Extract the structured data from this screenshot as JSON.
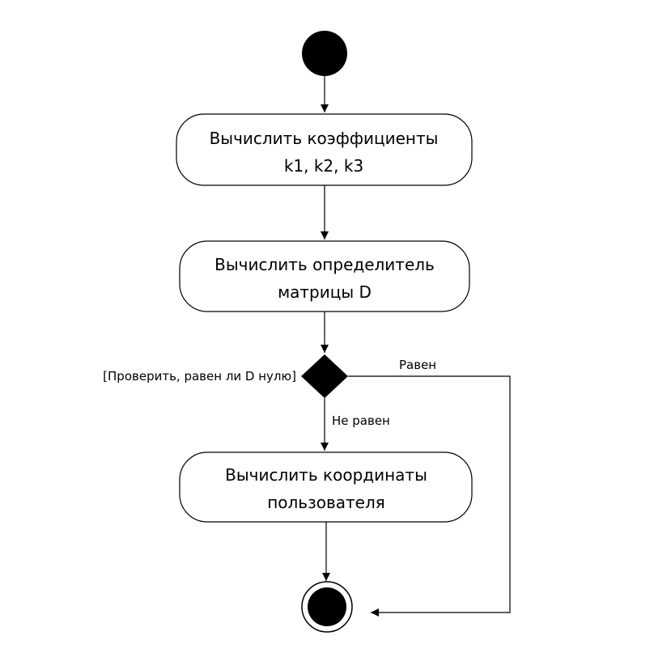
{
  "nodes": {
    "action_1": {
      "line1": "Вычислить коэффициенты",
      "line2": "k1, k2, k3"
    },
    "action_2": {
      "line1": "Вычислить определитель",
      "line2": "матрицы D"
    },
    "decision": {
      "label": "[Проверить, равен ли D нулю]"
    },
    "action_3": {
      "line1": "Вычислить координаты",
      "line2": "пользователя"
    }
  },
  "edges": {
    "equal_label": "Равен",
    "not_equal_label": "Не равен"
  },
  "colors": {
    "stroke": "#000000",
    "fill": "#ffffff",
    "node_fill": "#000000"
  }
}
